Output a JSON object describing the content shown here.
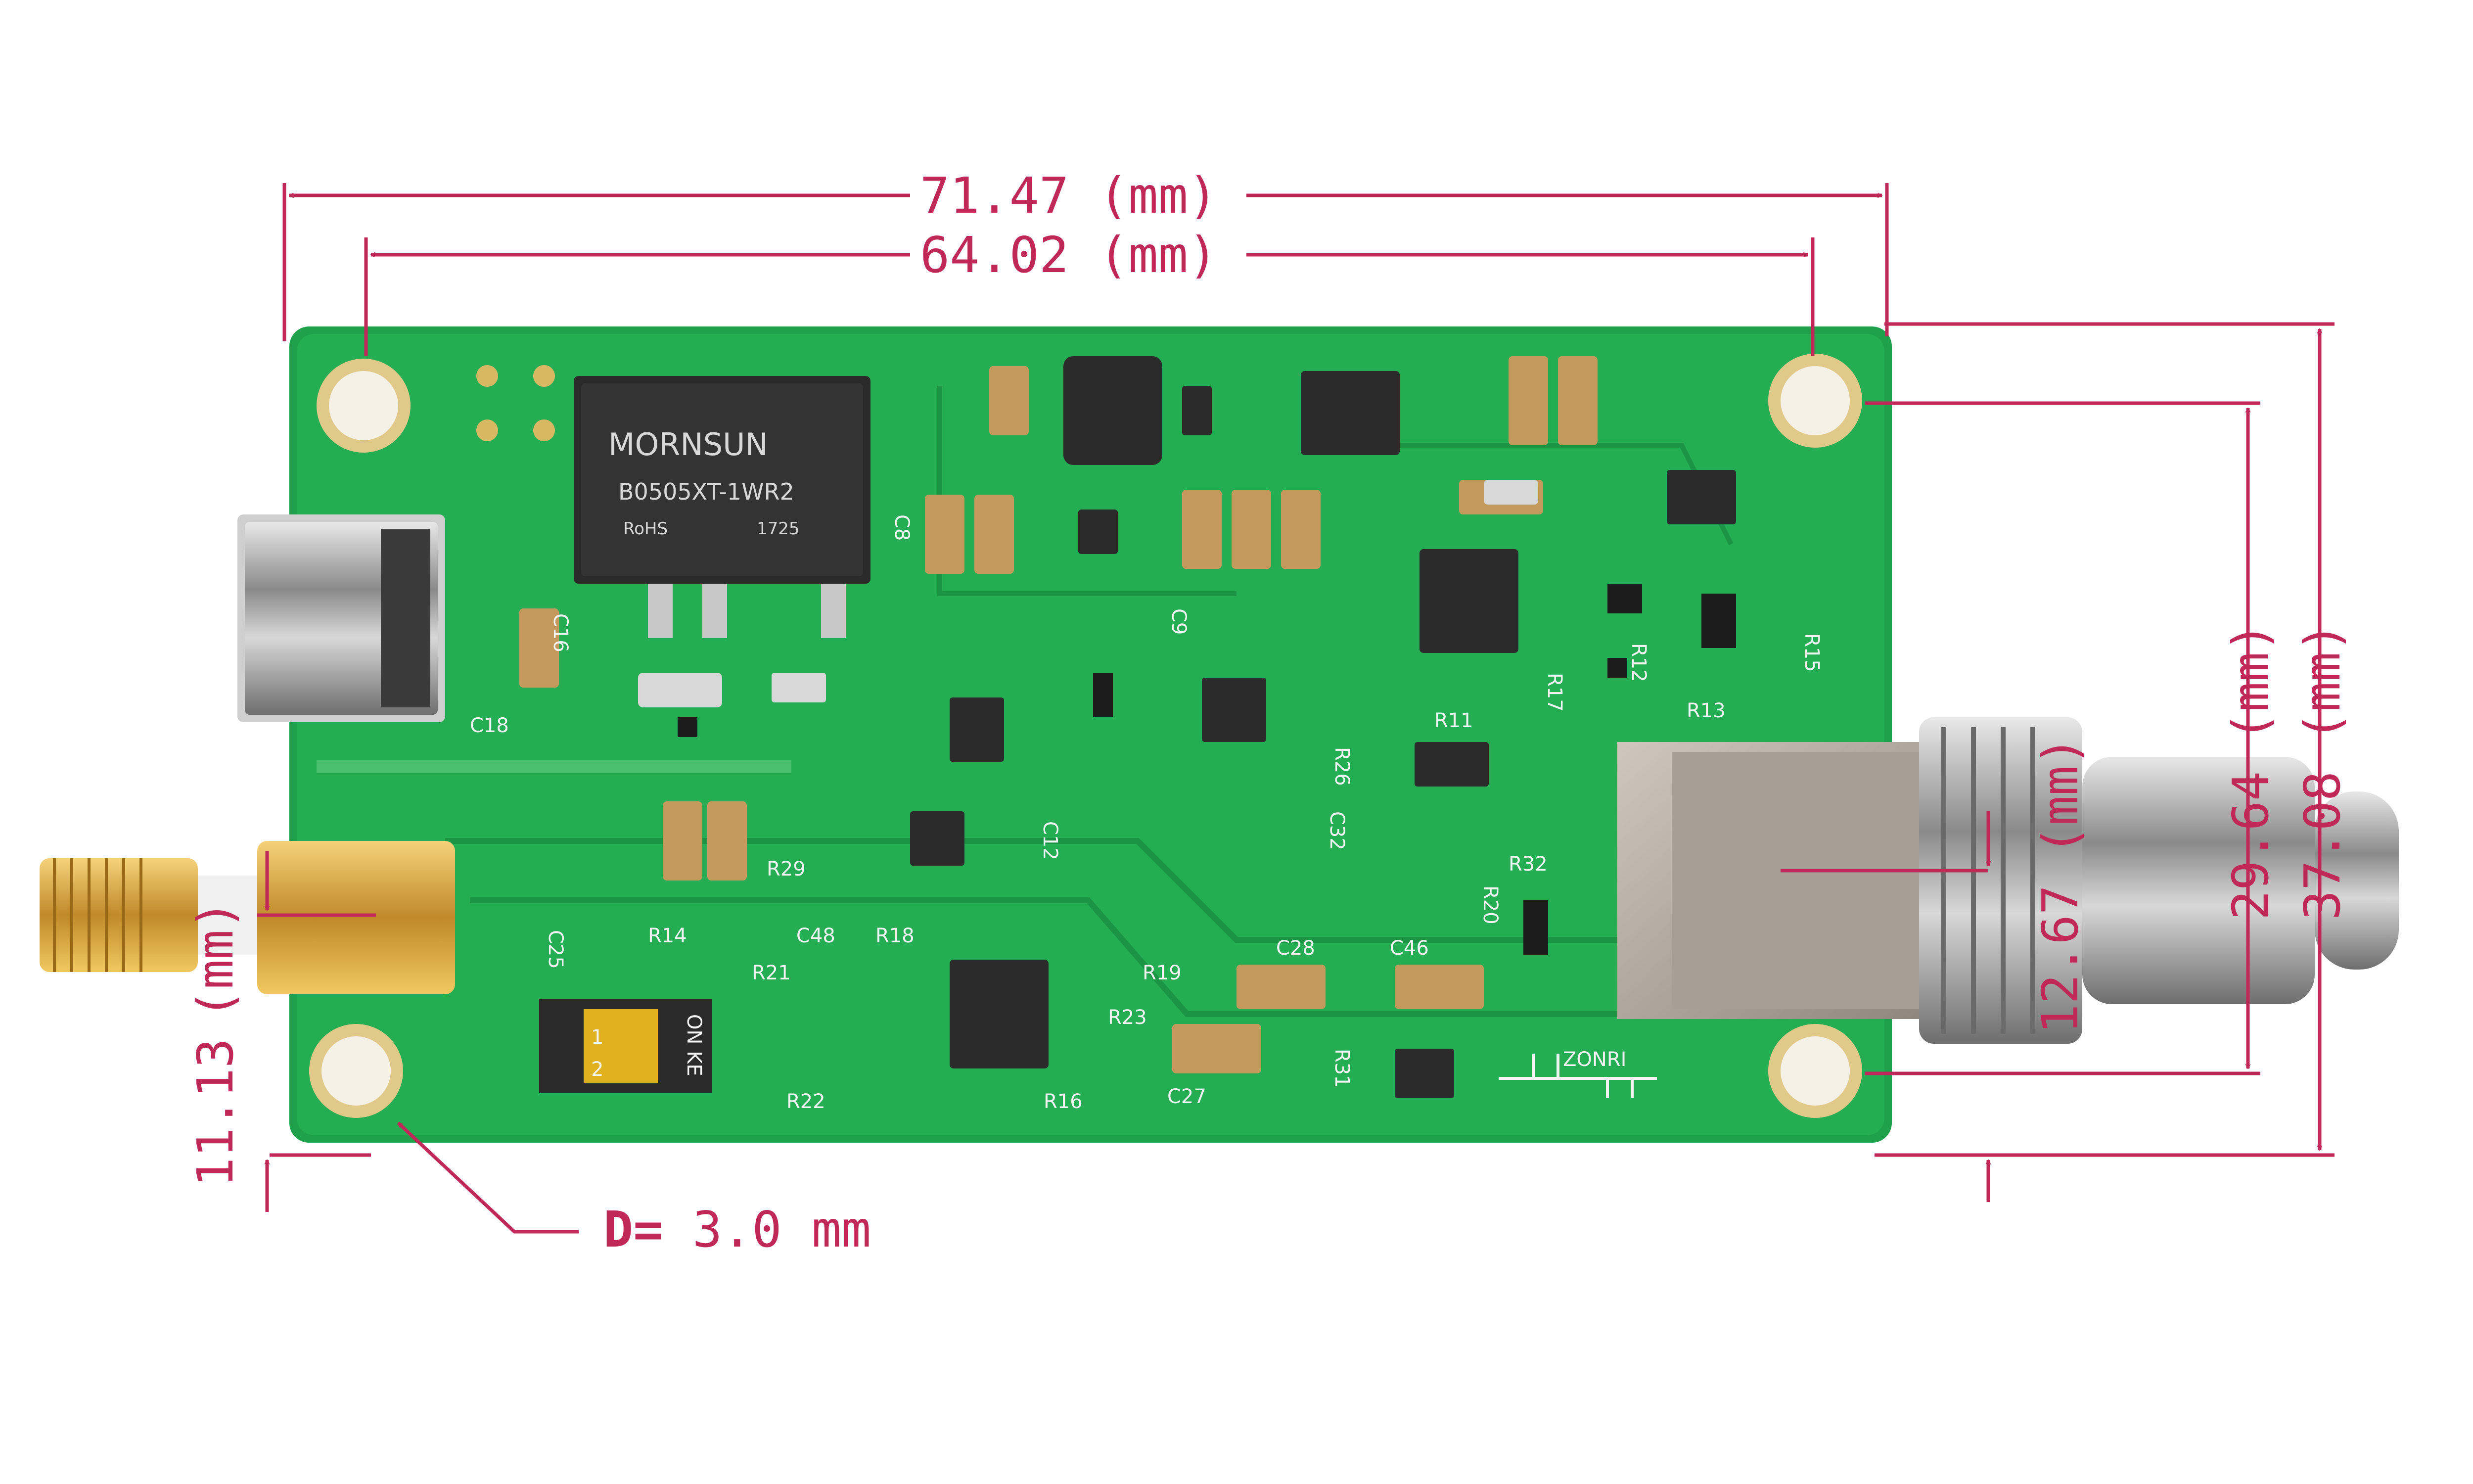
{
  "dimensions": {
    "overall_width": "71.47 (mm)",
    "hole_spacing_x": "64.02 (mm)",
    "overall_height": "37.08 (mm)",
    "hole_spacing_y": "29.64 (mm)",
    "bnc_offset": "12.67 (mm)",
    "sma_offset": "11.13",
    "sma_unit": "(mm)",
    "hole_diameter_label": "D=",
    "hole_diameter_value": "3.0 mm"
  },
  "components": {
    "dcdc_brand": "MORNSUN",
    "dcdc_model": "B0505XT-1WR2",
    "dcdc_rohs": "RoHS",
    "dcdc_date": "1725",
    "logo": "ZONRI",
    "dip_switch": "ON KE",
    "dip_1": "1",
    "dip_2": "2"
  },
  "labels": {
    "C8": "C8",
    "C16": "C16",
    "C18": "C18",
    "C9": "C9",
    "C12": "C12",
    "R29": "R29",
    "C25": "C25",
    "R14": "R14",
    "C48": "C48",
    "R18": "R18",
    "R21": "R21",
    "R22": "R22",
    "R16": "R16",
    "R19": "R19",
    "R23": "R23",
    "C27": "C27",
    "C28": "C28",
    "C46": "C46",
    "R31": "R31",
    "R26": "R26",
    "C32": "C32",
    "R11": "R11",
    "R17": "R17",
    "R12": "R12",
    "R13": "R13",
    "R15": "R15",
    "R32": "R32",
    "R20": "R20"
  },
  "colors": {
    "dimension": "#c0285a",
    "pcb": "#1fa04a",
    "silkscreen": "#f4f4f4"
  }
}
